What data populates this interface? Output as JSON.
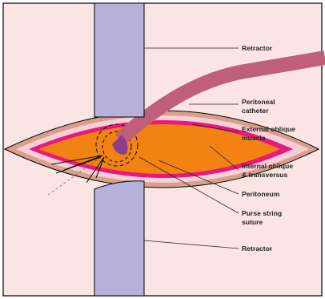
{
  "labels": {
    "retractor_top": "Retractor",
    "peritoneal_catheter": [
      "Peritoneal",
      "catheter"
    ],
    "external_oblique": [
      "External oblique",
      "muscle"
    ],
    "internal_oblique": [
      "Internal oblique",
      "& transversus"
    ],
    "peritoneum": "Peritoneum",
    "purse_string": [
      "Purse string",
      "suture"
    ],
    "retractor_bottom": "Retractor"
  },
  "colors": {
    "background": "#fbe4e4",
    "frame": "#000000",
    "retractor": "#b7b0d8",
    "skin": "#d8a08a",
    "pale_layer": "#f8cfd6",
    "muscle_layer": "#e6197e",
    "peritoneum": "#f28312",
    "catheter": "#bf5f7a",
    "catheter_tip": "#8c3f8e",
    "leader": "#222222"
  }
}
